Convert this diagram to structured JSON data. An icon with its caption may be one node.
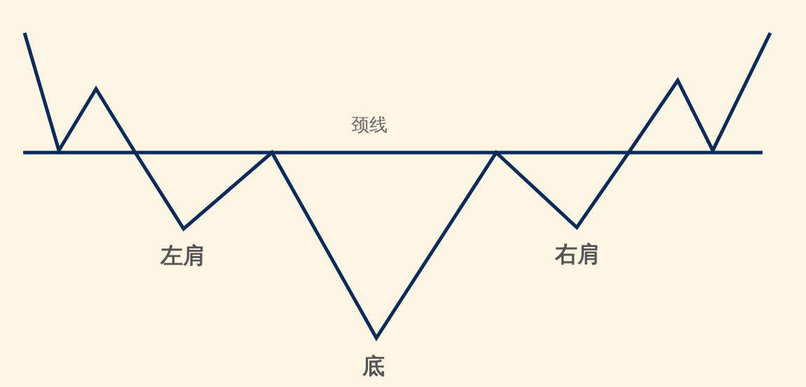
{
  "diagram": {
    "labels": [
      "颈线",
      "左肩",
      "右肩",
      "底"
    ]
  }
}
